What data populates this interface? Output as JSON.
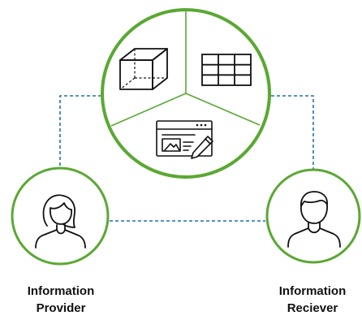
{
  "colors": {
    "circle_stroke": "#5aa832",
    "connector": "#1f6fb2",
    "icon_stroke": "#111111",
    "background": "#ffffff"
  },
  "hub": {
    "segments": [
      {
        "icon": "cube-3d-icon"
      },
      {
        "icon": "table-grid-icon"
      },
      {
        "icon": "document-edit-icon"
      }
    ]
  },
  "provider": {
    "icon": "female-user-icon",
    "label_line1": "Information",
    "label_line2": "Provider"
  },
  "receiver": {
    "icon": "male-user-icon",
    "label_line1": "Information",
    "label_line2": "Reciever"
  }
}
